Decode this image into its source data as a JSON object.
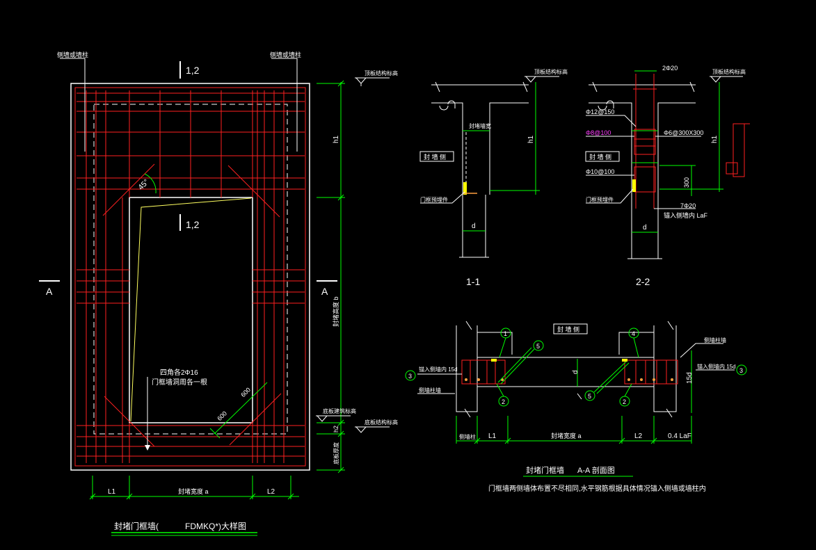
{
  "colors": {
    "background": "#000000",
    "line": "#ffffff",
    "rebar": "#ff2020",
    "dim": "#00ff00",
    "text": "#ffffff",
    "highlight": "#ffff00",
    "magenta": "#ff40ff",
    "orange": "#ffa040"
  },
  "elevation": {
    "top_left_note": "侧墙或墙柱",
    "top_right_note": "侧墙或墙柱",
    "section_mark_top": "1,2",
    "section_mark_mid": "1,2",
    "angle_label": "45°",
    "section_A_left": "A",
    "section_A_right": "A",
    "dim_h1": "h1",
    "dim_b": "封堵高度 b",
    "dim_h2": "h2",
    "dim_floor": "底板厚度",
    "label_top_struct": "顶板结构标高",
    "label_bottom_struct": "底板结构标高",
    "label_floor_struct": "底板建筑标高",
    "dim_L1": "L1",
    "dim_a": "封堵宽度 a",
    "dim_L2": "L2",
    "dim_600a": "600",
    "dim_600b": "600",
    "rebar_note1": "四角各2Φ16",
    "rebar_note2": "门框墙洞周各一根",
    "title_left": "封堵门框墙(",
    "title_code": "FDMKQ*)大样图"
  },
  "section11": {
    "label_top": "顶板结构标高",
    "label_wall": "封堵墙宽",
    "label_side": "封 墙 侧",
    "label_embed": "门框预埋件",
    "dim_h1": "h1",
    "dim_d": "d",
    "title": "1-1"
  },
  "section22": {
    "label_top": "顶板结构标高",
    "bar_top": "2Φ20",
    "bar1": "Φ12@150",
    "bar2": "Φ8@100",
    "bar3": "Φ6@300X300",
    "label_side": "封 墙 侧",
    "bar4": "Φ10@100",
    "dim_300": "300",
    "label_embed": "门框预埋件",
    "bar5": "7Φ20",
    "bar6": "锚入侧墙内 LaF",
    "dim_h1": "h1",
    "dim_d": "d",
    "title": "2-2"
  },
  "sectionAA": {
    "label_side": "封 墙 侧",
    "label_side_wall": "侧墙柱墙",
    "label_left_anchor": "锚入侧墙内 15d",
    "label_right_anchor": "锚入侧墙内 15d",
    "label_left_col": "侧墙柱墙",
    "label_left_wall": "侧墙柱",
    "dim_L1": "L1",
    "dim_a": "封堵宽度 a",
    "dim_L2": "L2",
    "dim_04": "0.4 LaF",
    "dim_15d": "15d",
    "dim_d": "d",
    "circle1": "1",
    "circle2": "2",
    "circle3": "3",
    "circle4": "4",
    "circle5": "5",
    "title1": "封堵门框墙",
    "title2": "A-A 剖面图",
    "note": "门框墙两侧墙体布置不尽相同,水平钢筋根据具体情况锚入侧墙或墙柱内"
  }
}
